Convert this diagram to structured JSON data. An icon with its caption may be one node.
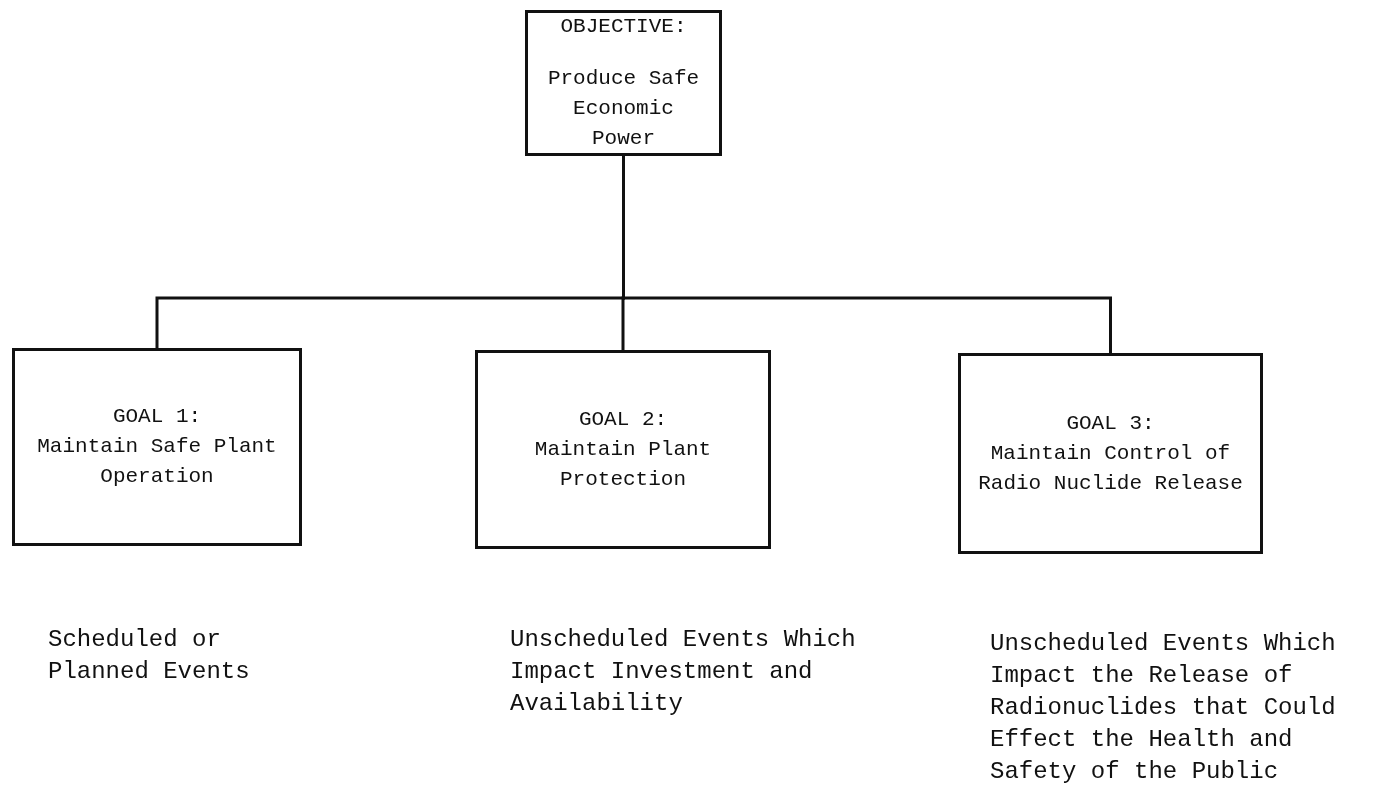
{
  "diagram": {
    "nodes": [
      {
        "text": [
          "OBJECTIVE:",
          "Produce Safe Economic Power"
        ]
      },
      {
        "text": [
          "GOAL 1:",
          "Maintain Safe Plant Operation"
        ],
        "beside": [
          "Scheduled or Planned Events"
        ]
      },
      {
        "text": [
          "GOAL 2:",
          "Maintain Plant Protection"
        ],
        "beside": [
          "Unscheduled Events Which Impact Investment and Availability"
        ]
      },
      {
        "text": [
          "GOAL 3:",
          "Maintain Control of Radio Nuclide Release"
        ],
        "beside": [
          "Unscheduled Events Which Impact the Release of Radionuclides that Could Effect the Health and Safety of the Public"
        ]
      }
    ],
    "edges": [
      {
        "from": 0,
        "to": 1,
        "arrow": "none"
      },
      {
        "from": 0,
        "to": 2,
        "arrow": "none"
      },
      {
        "from": 0,
        "to": 3,
        "arrow": "none"
      }
    ]
  }
}
